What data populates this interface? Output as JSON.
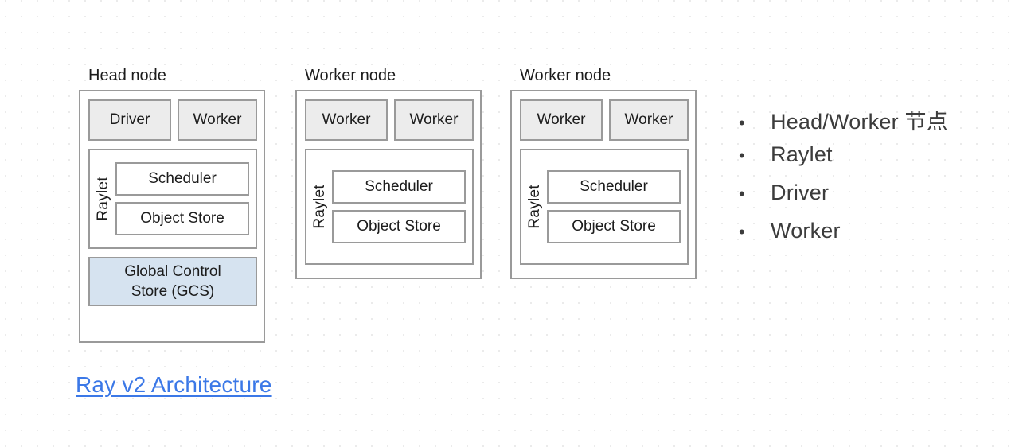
{
  "background": {
    "grid": "dot-grid",
    "dot_color": "#ebebeb",
    "canvas_color": "#ffffff"
  },
  "diagram": {
    "title_hidden": "",
    "nodes": [
      {
        "id": "head-node",
        "title": "Head node",
        "processes": [
          "Driver",
          "Worker"
        ],
        "raylet": {
          "label": "Raylet",
          "components": [
            "Scheduler",
            "Object Store"
          ]
        },
        "gcs": {
          "line1": "Global Control",
          "line2": "Store (GCS)",
          "color": "#d6e3f0"
        }
      },
      {
        "id": "worker-node-1",
        "title": "Worker node",
        "processes": [
          "Worker",
          "Worker"
        ],
        "raylet": {
          "label": "Raylet",
          "components": [
            "Scheduler",
            "Object Store"
          ]
        },
        "gcs": null
      },
      {
        "id": "worker-node-2",
        "title": "Worker node",
        "processes": [
          "Worker",
          "Worker"
        ],
        "raylet": {
          "label": "Raylet",
          "components": [
            "Scheduler",
            "Object Store"
          ]
        },
        "gcs": null
      }
    ],
    "colors": {
      "box_border": "#9a9a9a",
      "process_fill": "#ececec",
      "gcs_fill": "#d6e3f0",
      "text": "#1c1c1c"
    }
  },
  "bullets": {
    "marker": "•",
    "items": [
      {
        "label": "Head/Worker 节点"
      },
      {
        "label": "Raylet"
      },
      {
        "label": "Driver"
      },
      {
        "label": "Worker"
      }
    ],
    "text_color": "#3c3c3c"
  },
  "link": {
    "label": "Ray v2 Architecture",
    "color": "#3b78e7"
  }
}
